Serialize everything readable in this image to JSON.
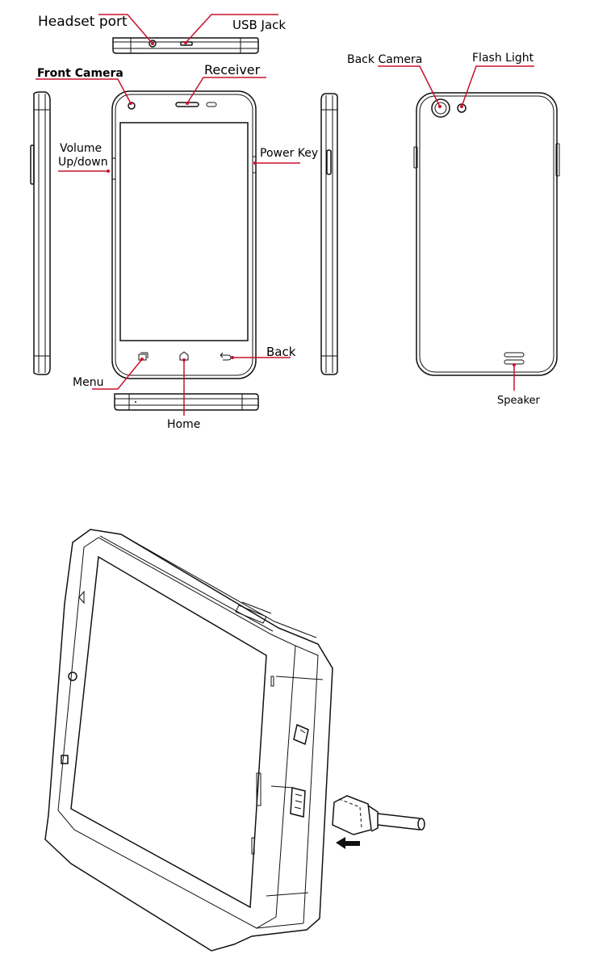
{
  "colors": {
    "leader": "#c8102e",
    "outline": "#111111",
    "background": "#ffffff"
  },
  "labels": {
    "headset_port": "Headset port",
    "usb_jack": "USB Jack",
    "front_camera": "Front Camera",
    "receiver": "Receiver",
    "volume_line1": "Volume",
    "volume_line2": "Up/down",
    "power_key": "Power Key",
    "back_camera": "Back Camera",
    "flash_light": "Flash Light",
    "back": "Back",
    "menu": "Menu",
    "home": "Home",
    "speaker": "Speaker"
  }
}
